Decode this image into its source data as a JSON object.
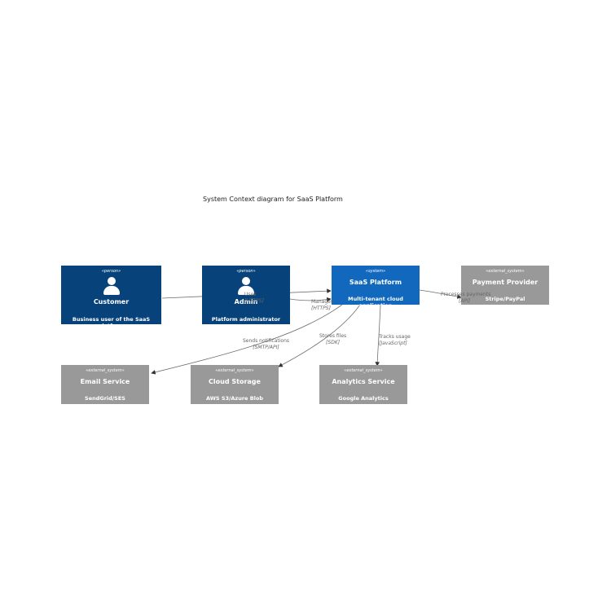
{
  "title": "System Context diagram for SaaS Platform",
  "colors": {
    "person": "#08427b",
    "system": "#1168bd",
    "external": "#999999",
    "edge": "#707070"
  },
  "nodes": {
    "customer": {
      "stereotype": "«person»",
      "name": "Customer",
      "description": "Business user of the SaaS platform"
    },
    "admin": {
      "stereotype": "«person»",
      "name": "Admin",
      "description": "Platform administrator"
    },
    "saas": {
      "stereotype": "«system»",
      "name": "SaaS Platform",
      "description": "Multi-tenant cloud application"
    },
    "payment": {
      "stereotype": "«external_system»",
      "name": "Payment Provider",
      "description": "Stripe/PayPal"
    },
    "email": {
      "stereotype": "«external_system»",
      "name": "Email Service",
      "description": "SendGrid/SES"
    },
    "storage": {
      "stereotype": "«external_system»",
      "name": "Cloud Storage",
      "description": "AWS S3/Azure Blob"
    },
    "analytics": {
      "stereotype": "«external_system»",
      "name": "Analytics Service",
      "description": "Google Analytics"
    }
  },
  "edges": {
    "customer_saas": {
      "label": "Uses",
      "tech": "[HTTPS]"
    },
    "admin_saas": {
      "label": "Manages",
      "tech": "[HTTPS]"
    },
    "saas_payment": {
      "label": "Processes payments",
      "tech": "[API]"
    },
    "saas_email": {
      "label": "Sends notifications",
      "tech": "[SMTP/API]"
    },
    "saas_storage": {
      "label": "Stores files",
      "tech": "[SDK]"
    },
    "saas_analytics": {
      "label": "Tracks usage",
      "tech": "[JavaScript]"
    }
  }
}
